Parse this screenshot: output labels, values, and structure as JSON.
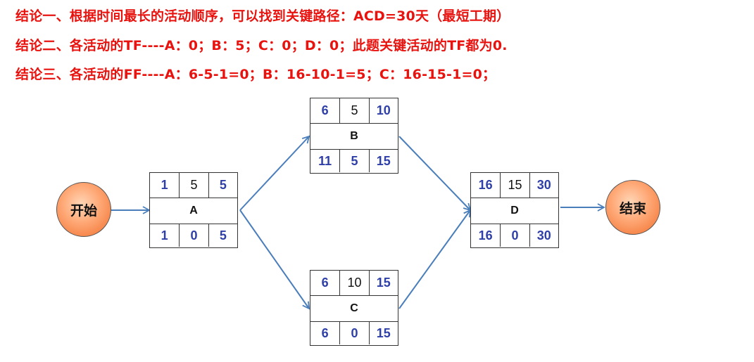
{
  "conclusions": [
    "结论一、根据时间最长的活动顺序，可以找到关键路径：ACD=30天（最短工期）",
    "结论二、各活动的TF----A：0；B：5；C：0；D：0；此题关键活动的TF都为0.",
    "结论三、各活动的FF----A：6-5-1=0；B：16-10-1=5；C：16-15-1=0；"
  ],
  "start_label": "开始",
  "end_label": "结束",
  "nodes": {
    "A": {
      "name": "A",
      "top": [
        "1",
        "5",
        "5"
      ],
      "bottom": [
        "1",
        "0",
        "5"
      ]
    },
    "B": {
      "name": "B",
      "top": [
        "6",
        "5",
        "10"
      ],
      "bottom": [
        "11",
        "5",
        "15"
      ]
    },
    "C": {
      "name": "C",
      "top": [
        "6",
        "10",
        "15"
      ],
      "bottom": [
        "6",
        "0",
        "15"
      ]
    },
    "D": {
      "name": "D",
      "top": [
        "16",
        "15",
        "30"
      ],
      "bottom": [
        "16",
        "0",
        "30"
      ]
    }
  },
  "colors": {
    "conclusion_text": "#e8130f",
    "arrow": "#4a7ebb",
    "value_blue": "#2f3fa8",
    "circle_fill": "#f58a4c"
  }
}
